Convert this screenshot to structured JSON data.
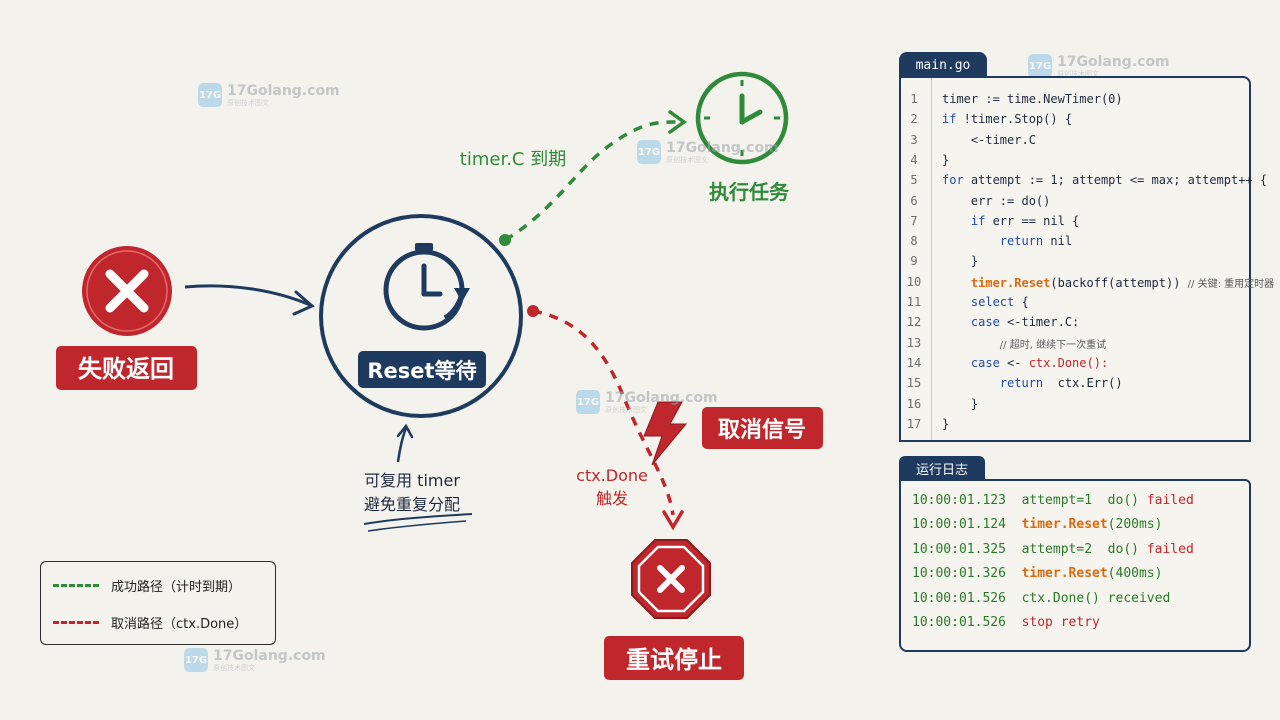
{
  "diagram": {
    "fail_label": "失败返回",
    "reset_label": "Reset等待",
    "reuse_line1": "可复用 timer",
    "reuse_line2": "避免重复分配",
    "timer_expire_label": "timer.C 到期",
    "exec_label": "执行任务",
    "cancel_signal_label": "取消信号",
    "ctx_done_line1": "ctx.Done",
    "ctx_done_line2": "触发",
    "stop_label": "重试停止",
    "colors": {
      "success": "#2f8a3a",
      "cancel": "#c0272d",
      "navy": "#1f3a5f"
    }
  },
  "legend": {
    "success": "成功路径（计时到期）",
    "cancel": "取消路径（ctx.Done）"
  },
  "watermark": {
    "site": "17Golang.com",
    "sub": "原创技术图文",
    "logo": "17G"
  },
  "code": {
    "filename": "main.go",
    "lines": [
      {
        "n": "1",
        "a": "timer := time.NewTimer(0)"
      },
      {
        "n": "2",
        "kw": "if",
        "a": " !timer.Stop() {"
      },
      {
        "n": "3",
        "a": "    <-timer.C"
      },
      {
        "n": "4",
        "a": "}"
      },
      {
        "n": "5",
        "kw": "for",
        "a": " attempt := 1; attempt <= max; attempt++ {"
      },
      {
        "n": "6",
        "a": "    err := do()"
      },
      {
        "n": "7",
        "kw": "    if",
        "a": " err == nil {"
      },
      {
        "n": "8",
        "kw": "        return",
        "a": " nil"
      },
      {
        "n": "9",
        "a": "    }"
      },
      {
        "n": "10",
        "hl": "    timer.Reset",
        "a": "(backoff(attempt)) ",
        "cm": "// 关键: 重用定时器"
      },
      {
        "n": "11",
        "kw": "    select",
        "a": " {"
      },
      {
        "n": "12",
        "kw": "    case",
        "a": " <-timer.C:"
      },
      {
        "n": "13",
        "a": "        ",
        "cm": "// 超时, 继续下一次重试"
      },
      {
        "n": "14",
        "kw": "    case",
        "a": " <- ",
        "red": "ctx.Done():"
      },
      {
        "n": "15",
        "kw": "        return",
        "a": "  ctx.Err()"
      },
      {
        "n": "16",
        "a": "    }"
      },
      {
        "n": "17",
        "a": "}"
      }
    ]
  },
  "log": {
    "title": "运行日志",
    "lines": [
      {
        "t": "10:00:01.123",
        "pre": "attempt=1  do() ",
        "post": "failed",
        "post_cls": "red"
      },
      {
        "t": "10:00:01.124",
        "pre": "",
        "kw": "timer.Reset",
        "post": "(200ms)",
        "post_cls": "green"
      },
      {
        "t": "10:00:01.325",
        "pre": "attempt=2  do() ",
        "post": "failed",
        "post_cls": "red"
      },
      {
        "t": "10:00:01.326",
        "pre": "",
        "kw": "timer.Reset",
        "post": "(400ms)",
        "post_cls": "green"
      },
      {
        "t": "10:00:01.526",
        "pre": "ctx.Done() received",
        "post": "",
        "post_cls": "green"
      },
      {
        "t": "10:00:01.526",
        "pre": "",
        "post": "stop retry",
        "post_cls": "red"
      }
    ]
  }
}
